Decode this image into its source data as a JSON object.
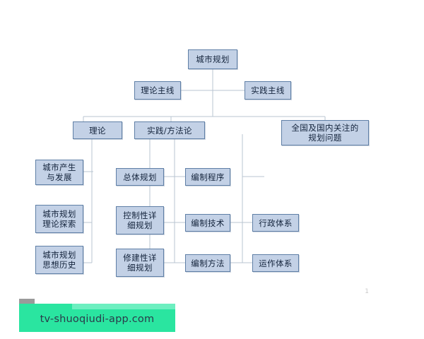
{
  "slide": {
    "page_number": "1",
    "background_color": "#ffffff"
  },
  "diagram": {
    "type": "org-tree",
    "node_fill_color": "#c3d1e6",
    "node_border_color": "#5f7fa6",
    "connector_color": "#b9c4d2",
    "root": {
      "label": "城市规划"
    },
    "level2": [
      {
        "label": "理论主线"
      },
      {
        "label": "实践主线"
      }
    ],
    "level3": [
      {
        "label": "理论"
      },
      {
        "label": "实践/方法论"
      },
      {
        "label": "全国及国内关注的\n规划问题"
      }
    ],
    "theory_branch": [
      {
        "label": "城市产生\n与发展"
      },
      {
        "label": "城市规划\n理论探索"
      },
      {
        "label": "城市规划\n思想历史"
      }
    ],
    "practice_branch": [
      {
        "label": "总体规划"
      },
      {
        "label": "控制性详\n细规划"
      },
      {
        "label": "修建性详\n细规划"
      }
    ],
    "method_branch": [
      {
        "label": "编制程序"
      },
      {
        "label": "编制技术"
      },
      {
        "label": "编制方法"
      }
    ],
    "system_branch": [
      {
        "label": "行政体系"
      },
      {
        "label": "运作体系"
      }
    ]
  },
  "watermark": {
    "text": "tv-shuoqiudi-app.com",
    "background_color": "#2ae5a0",
    "highlight_color": "#6defc0"
  }
}
